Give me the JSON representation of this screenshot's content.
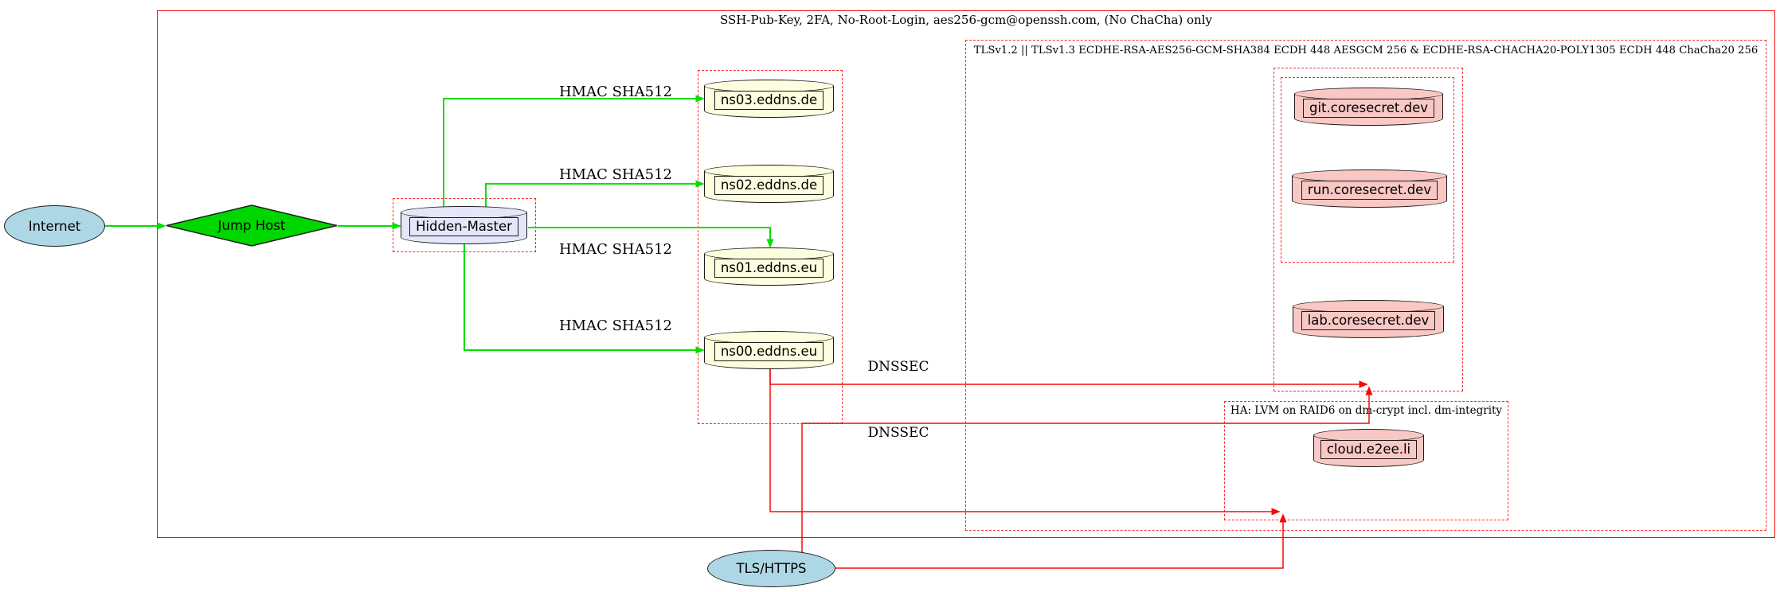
{
  "diagram": {
    "clusters": {
      "ssh": {
        "label": "SSH-Pub-Key, 2FA, No-Root-Login, aes256-gcm@openssh.com, (No ChaCha) only"
      },
      "tls": {
        "label": "TLSv1.2 || TLSv1.3 ECDHE-RSA-AES256-GCM-SHA384 ECDH 448 AESGCM 256 & ECDHE-RSA-CHACHA20-POLY1305 ECDH 448 ChaCha20 256"
      },
      "ha": {
        "label": "HA: LVM on RAID6 on dm-crypt incl. dm-integrity"
      }
    },
    "nodes": {
      "internet": {
        "label": "Internet"
      },
      "jump_host": {
        "label": "Jump Host"
      },
      "hidden_master": {
        "label": "Hidden-Master"
      },
      "ns03": {
        "label": "ns03.eddns.de"
      },
      "ns02": {
        "label": "ns02.eddns.de"
      },
      "ns01": {
        "label": "ns01.eddns.eu"
      },
      "ns00": {
        "label": "ns00.eddns.eu"
      },
      "git": {
        "label": "git.coresecret.dev"
      },
      "run": {
        "label": "run.coresecret.dev"
      },
      "lab": {
        "label": "lab.coresecret.dev"
      },
      "cloud": {
        "label": "cloud.e2ee.li"
      },
      "tls_https": {
        "label": "TLS/HTTPS"
      }
    },
    "edge_labels": {
      "hmac_ns03": "HMAC SHA512",
      "hmac_ns02": "HMAC SHA512",
      "hmac_ns01": "HMAC SHA512",
      "hmac_ns00": "HMAC SHA512",
      "dnssec_top": "DNSSEC",
      "dnssec_bottom": "DNSSEC"
    },
    "colors": {
      "edge_green": "#00df00",
      "node_green": "#00d600",
      "edge_red": "#f50b0b",
      "cluster_red": "#fb2b2b",
      "node_blue": "#aed7e5",
      "node_lavender": "#e6e6fa",
      "node_yellow": "#fdfddf",
      "node_pink": "#f9c8c4"
    }
  }
}
